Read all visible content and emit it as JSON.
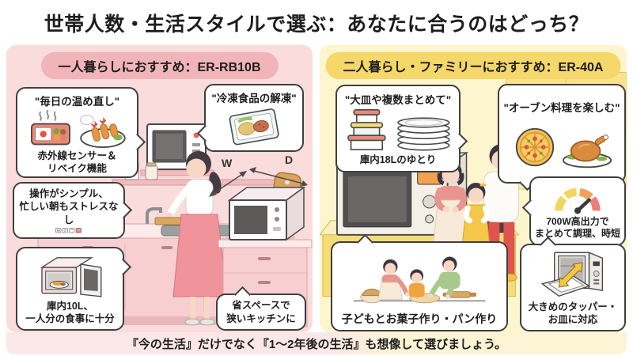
{
  "colors": {
    "left_bg": "#fadcdc",
    "left_badge": "#f1b5b9",
    "right_bg": "#fdf5cd",
    "right_badge": "#f5d76a",
    "line": "#3f3f3f",
    "text": "#1d1d1d",
    "accent_red": "#e8584a"
  },
  "page": {
    "title": "世帯人数・生活スタイルで選ぶ：あなたに合うのはどっち？",
    "footer": "『今の生活』だけでなく『1〜2年後の生活』も想像して選びましょう。"
  },
  "left": {
    "header": "一人暮らしにおすすめ：ER-RB10B",
    "reheat": {
      "title": "\"毎日の温め直し\"",
      "caption": "赤外線センサー＆\nリベイク機能"
    },
    "defrost": {
      "title": "\"冷凍食品の解凍\""
    },
    "simple": {
      "text": "操作がシンプル、\n忙しい朝もストレスなし"
    },
    "capacity": {
      "text": "庫内10L、\n一人分の食事に十分"
    },
    "space": {
      "text": "省スペースで\n狭いキッチンに"
    },
    "dims": {
      "w": "W",
      "d": "D"
    }
  },
  "right": {
    "header": "二人暮らし・ファミリーにおすすめ：ER-40A",
    "batch": {
      "title": "\"大皿や複数まとめて\"",
      "caption": "庫内18Lのゆとり"
    },
    "oven": {
      "title": "\"オーブン料理を楽しむ\""
    },
    "power": {
      "text": "700W高出力で\nまとめて調理、時短"
    },
    "large": {
      "text": "大きめのタッパー・\nお皿に対応"
    },
    "kids": {
      "text": "子どもとお菓子作り・パン作り"
    }
  }
}
